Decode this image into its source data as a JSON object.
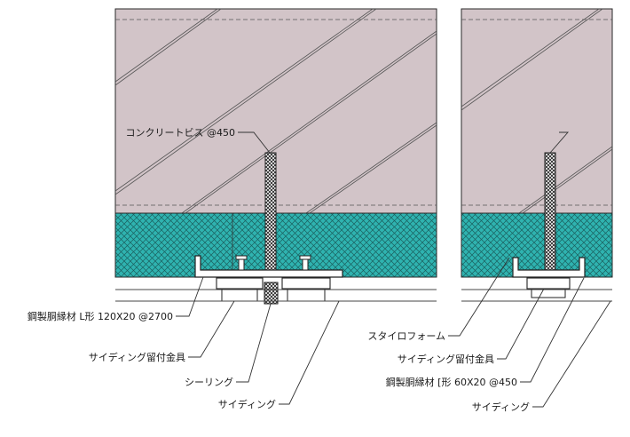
{
  "colors": {
    "concrete": "#d2c4c8",
    "insulation": "#2fb3b0",
    "steel": "#ffffff",
    "line": "#2a2a2a"
  },
  "labels": {
    "concrete_screw": "コンクリートビス @450",
    "left_steel_frame": "鋼製胴縁材 L形 120X20 @2700",
    "left_siding_bracket": "サイディング留付金具",
    "left_sealing": "シーリング",
    "left_siding": "サイディング",
    "styrofoam": "スタイロフォーム",
    "right_siding_bracket": "サイディング留付金具",
    "right_steel_frame": "鋼製胴縁材 [形 60X20 @450",
    "right_siding": "サイディング"
  }
}
